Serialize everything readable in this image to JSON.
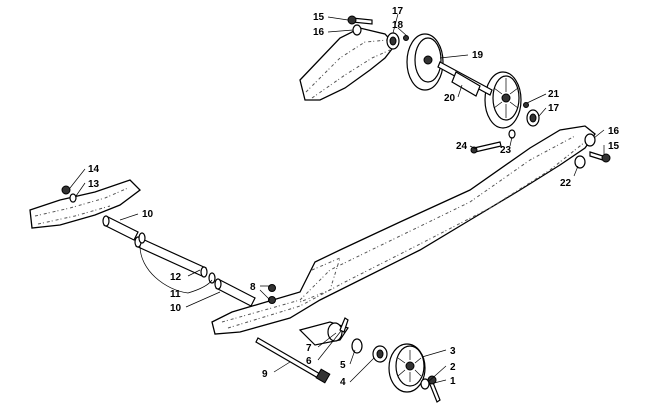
{
  "diagram": {
    "callouts": [
      {
        "id": "c1",
        "text": "1"
      },
      {
        "id": "c2",
        "text": "2"
      },
      {
        "id": "c3",
        "text": "3"
      },
      {
        "id": "c4",
        "text": "4"
      },
      {
        "id": "c5",
        "text": "5"
      },
      {
        "id": "c6",
        "text": "6"
      },
      {
        "id": "c7",
        "text": "7"
      },
      {
        "id": "c8",
        "text": "8"
      },
      {
        "id": "c9",
        "text": "9"
      },
      {
        "id": "c10a",
        "text": "10"
      },
      {
        "id": "c10b",
        "text": "10"
      },
      {
        "id": "c11",
        "text": "11"
      },
      {
        "id": "c12",
        "text": "12"
      },
      {
        "id": "c13",
        "text": "13"
      },
      {
        "id": "c14",
        "text": "14"
      },
      {
        "id": "c15a",
        "text": "15"
      },
      {
        "id": "c15b",
        "text": "15"
      },
      {
        "id": "c16a",
        "text": "16"
      },
      {
        "id": "c16b",
        "text": "16"
      },
      {
        "id": "c17a",
        "text": "17"
      },
      {
        "id": "c17b",
        "text": "17"
      },
      {
        "id": "c18",
        "text": "18"
      },
      {
        "id": "c19",
        "text": "19"
      },
      {
        "id": "c20",
        "text": "20"
      },
      {
        "id": "c21",
        "text": "21"
      },
      {
        "id": "c22",
        "text": "22"
      },
      {
        "id": "c23",
        "text": "23"
      },
      {
        "id": "c24",
        "text": "24"
      }
    ]
  }
}
